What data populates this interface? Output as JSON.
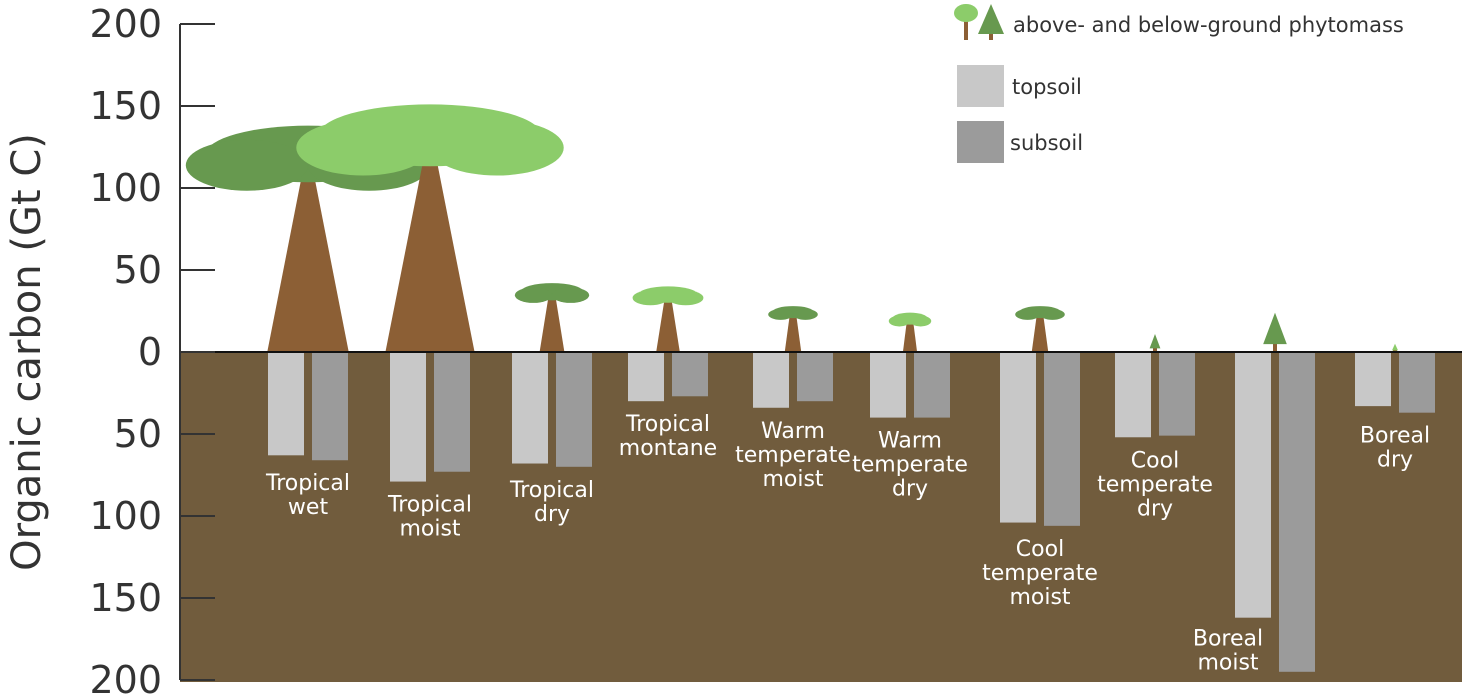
{
  "chart_data": {
    "type": "bar",
    "title": "",
    "ylabel": "Organic carbon (Gt C)",
    "xlabel": "",
    "ylim": [
      -200,
      200
    ],
    "ytick_labels": [
      "200",
      "150",
      "100",
      "50",
      "0",
      "50",
      "100",
      "150",
      "200"
    ],
    "yticks": [
      200,
      150,
      100,
      50,
      0,
      -50,
      -100,
      -150,
      -200
    ],
    "legend": {
      "placement": "top-right",
      "entries": [
        "above- and below-ground phytomass",
        "topsoil",
        "subsoil"
      ]
    },
    "categories": [
      [
        "Tropical",
        "wet"
      ],
      [
        "Tropical",
        "moist"
      ],
      [
        "Tropical",
        "dry"
      ],
      [
        "Tropical",
        "montane"
      ],
      [
        "Warm",
        "temperate",
        "moist"
      ],
      [
        "Warm",
        "temperate",
        "dry"
      ],
      [
        "Cool",
        "temperate",
        "moist"
      ],
      [
        "Cool",
        "temperate",
        "dry"
      ],
      [
        "Boreal",
        "moist"
      ],
      [
        "Boreal",
        "dry"
      ]
    ],
    "series": [
      {
        "name": "above- and below-ground phytomass",
        "values": [
          138,
          151,
          42,
          40,
          28,
          24,
          28,
          11,
          24,
          5
        ]
      },
      {
        "name": "topsoil",
        "values": [
          63,
          79,
          68,
          30,
          34,
          40,
          104,
          52,
          162,
          33
        ]
      },
      {
        "name": "subsoil",
        "values": [
          66,
          73,
          70,
          27,
          30,
          40,
          106,
          51,
          195,
          37
        ]
      }
    ],
    "colors": {
      "ground": "#715c3d",
      "topsoil": "#c8c8c8",
      "subsoil": "#9b9b9b",
      "trunk": "#8c5f35",
      "canopy_dark": "#67994f",
      "canopy_light": "#8ccc6a",
      "axis": "#333333"
    }
  }
}
